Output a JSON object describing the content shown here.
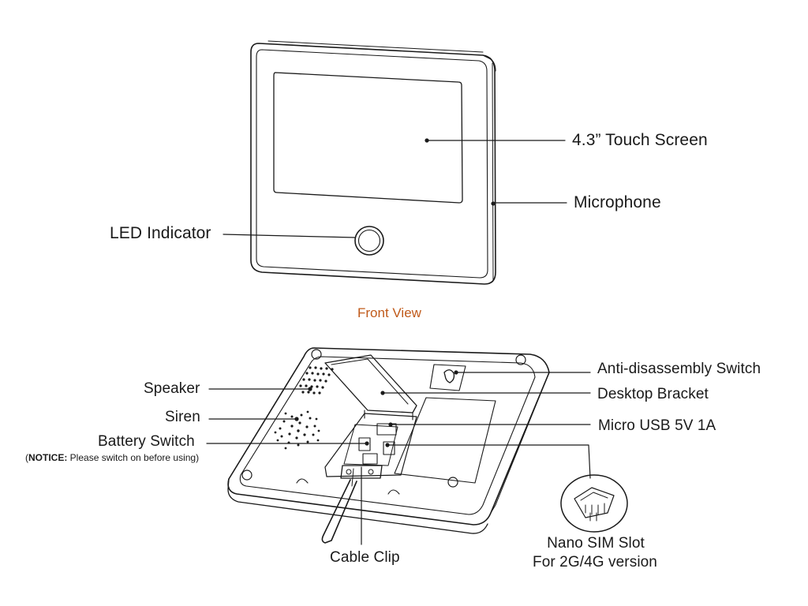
{
  "front_view": {
    "caption": "Front View",
    "labels": {
      "touch_screen": "4.3” Touch Screen",
      "microphone": "Microphone",
      "led_indicator": "LED Indicator"
    }
  },
  "back_view": {
    "labels": {
      "speaker": "Speaker",
      "siren": "Siren",
      "battery_switch": "Battery Switch",
      "anti_disassembly_switch": "Anti-disassembly  Switch",
      "desktop_bracket": "Desktop Bracket",
      "micro_usb": "Micro USB 5V 1A",
      "cable_clip": "Cable Clip",
      "nano_sim_line1": "Nano SIM Slot",
      "nano_sim_line2": "For 2G/4G version"
    },
    "notice": {
      "open_paren": "(",
      "keyword": "NOTICE:",
      "text": " Please switch on before using)"
    }
  },
  "colors": {
    "line": "#1a1a1a",
    "caption": "#c05a1a",
    "background": "#ffffff"
  }
}
